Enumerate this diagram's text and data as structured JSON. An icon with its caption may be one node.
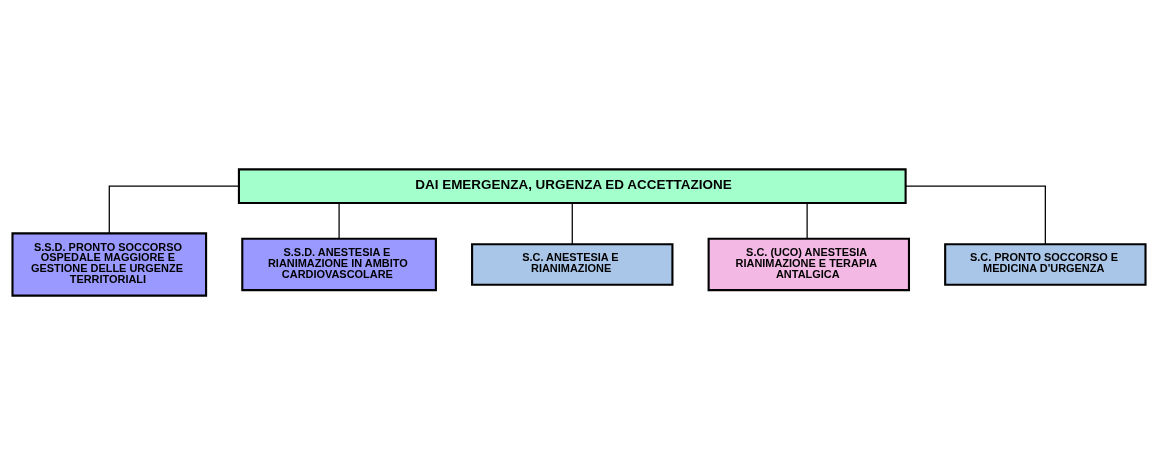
{
  "diagram": {
    "nodes": [
      {
        "text": [
          "DAI EMERGENZA, URGENZA ED ACCETTAZIONE"
        ]
      },
      {
        "text": [
          "S.S.D. PRONTO SOCCORSO OSPEDALE MAGGIORE E GESTIONE DELLE URGENZE TERRITORIALI"
        ]
      },
      {
        "text": [
          "S.S.D. ANESTESIA E RIANIMAZIONE IN AMBITO CARDIOVASCOLARE"
        ]
      },
      {
        "text": [
          "S.C. ANESTESIA E RIANIMAZIONE"
        ]
      },
      {
        "text": [
          "S.C. (UCO) ANESTESIA RIANIMAZIONE E TERAPIA ANTALGICA"
        ]
      },
      {
        "text": [
          "S.C. PRONTO SOCCORSO E MEDICINA D'URGENZA"
        ]
      }
    ],
    "edges": [
      {
        "from": 0,
        "to": 1,
        "arrow": "none"
      },
      {
        "from": 0,
        "to": 2,
        "arrow": "none"
      },
      {
        "from": 0,
        "to": 3,
        "arrow": "none"
      },
      {
        "from": 0,
        "to": 4,
        "arrow": "none"
      },
      {
        "from": 0,
        "to": 5,
        "arrow": "none"
      }
    ]
  }
}
